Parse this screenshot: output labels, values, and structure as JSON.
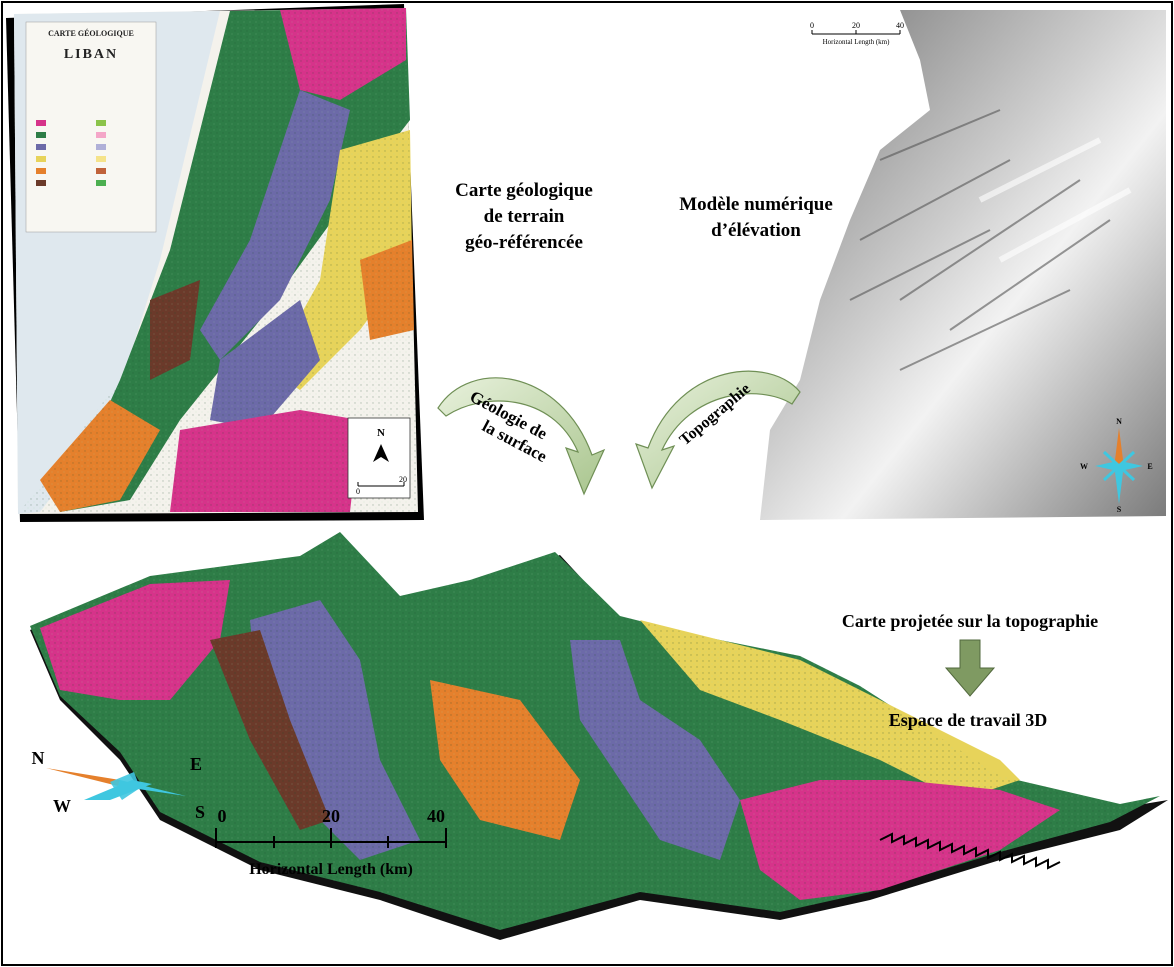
{
  "geo_map": {
    "title_top": "CARTE GÉOLOGIQUE",
    "title_main": "LIBAN",
    "north": "N",
    "scale_0": "0",
    "scale_20": "20"
  },
  "center_labels": {
    "geo_line1": "Carte géologique",
    "geo_line2": "de terrain",
    "geo_line3": "géo-référencée",
    "dem_line1": "Modèle numérique",
    "dem_line2": "d’élévation"
  },
  "arrows": {
    "left_line1": "Géologie de",
    "left_line2": "la surface",
    "right": "Topographie"
  },
  "dem": {
    "scale_0": "0",
    "scale_20": "20",
    "scale_40": "40",
    "scale_title": "Horizontal Length (km)",
    "compass_n": "N",
    "compass_e": "E",
    "compass_w": "W",
    "compass_s": "S"
  },
  "workspace": {
    "projected_label": "Carte projetée sur la topographie",
    "workspace_label": "Espace de travail 3D",
    "compass_n": "N",
    "compass_e": "E",
    "compass_w": "W",
    "compass_s": "S",
    "scale_0": "0",
    "scale_20": "20",
    "scale_40": "40",
    "scale_title": "Horizontal Length (km)"
  },
  "colors": {
    "green": "#2e7d47",
    "magenta": "#d6338a",
    "purple": "#6c6aa8",
    "yellow": "#e7d35a",
    "orange": "#e5802c",
    "brown": "#6b3a2a",
    "arrow_fill": "#c9ddb0"
  }
}
